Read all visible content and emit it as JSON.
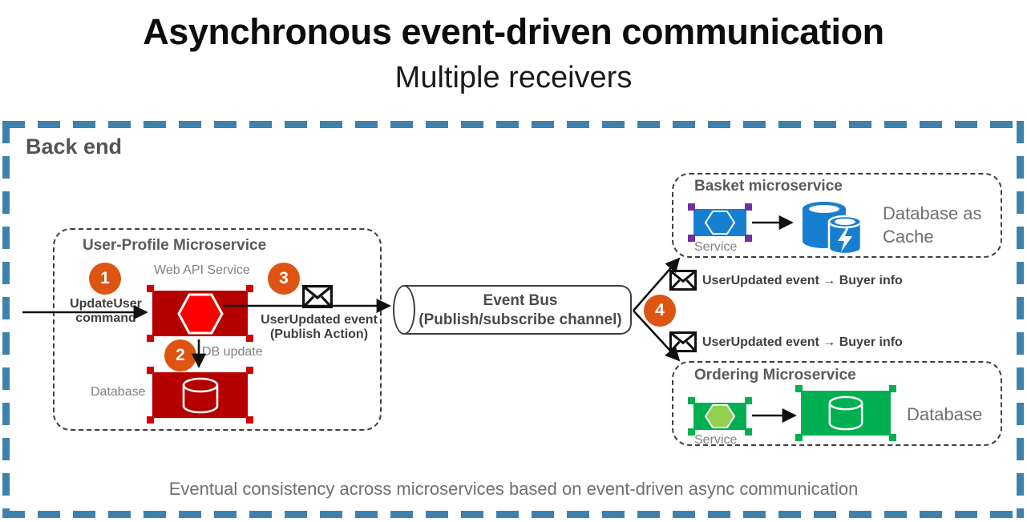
{
  "title": "Asynchronous event-driven communication",
  "subtitle": "Multiple receivers",
  "backend": {
    "label": "Back end",
    "footer_note": "Eventual consistency across microservices based on event-driven async communication"
  },
  "colors": {
    "frame_blue": "#3d82ad",
    "badge_orange": "#dd5413",
    "red_stencil": "#b60000",
    "red_hexagon": "#ff0000",
    "blue_stencil": "#167fd2",
    "purple_handle": "#7030a0",
    "green_stencil": "#00b050",
    "green_hexagon": "#92d050",
    "azure_blue": "#167fd2",
    "text_gray": "#5a5a5a"
  },
  "user_profile": {
    "title": "User-Profile Microservice",
    "web_api_label": "Web API Service",
    "database_label": "Database",
    "db_update_label": "DB update",
    "incoming_command": "UpdateUser\ncommand",
    "incoming_command_line1": "UpdateUser",
    "incoming_command_line2": "command",
    "outgoing_event_line1": "UserUpdated event",
    "outgoing_event_line2": "(Publish Action)",
    "steps": [
      {
        "number": "1",
        "name": "update-user-command"
      },
      {
        "number": "2",
        "name": "db-update"
      },
      {
        "number": "3",
        "name": "publish-event"
      }
    ]
  },
  "event_bus": {
    "line1": "Event Bus",
    "line2": "(Publish/subscribe channel)",
    "fanout_step": "4"
  },
  "subscribers": [
    {
      "title": "Basket microservice",
      "service_label": "Service",
      "store_label_line1": "Database as",
      "store_label_line2": "Cache",
      "event_label": "UserUpdated event → Buyer info",
      "accent": "#167fd2",
      "icon": "redis-cache-icon"
    },
    {
      "title": "Ordering Microservice",
      "service_label": "Service",
      "store_label_line1": "Database",
      "store_label_line2": "",
      "event_label": "UserUpdated event → Buyer info",
      "accent": "#00b050",
      "icon": "database-icon"
    }
  ],
  "icons": {
    "envelope": "envelope-icon",
    "hexagon": "hexagon-icon",
    "cylinder": "cylinder-icon",
    "lightning": "lightning-bolt-icon"
  }
}
